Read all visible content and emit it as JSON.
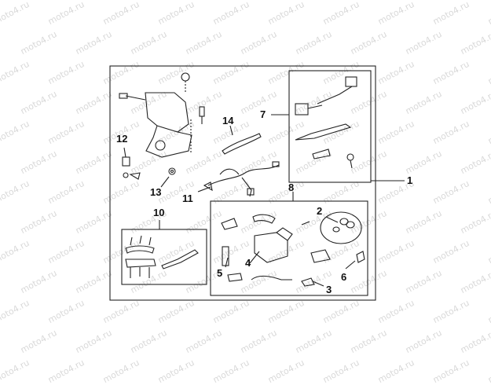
{
  "watermark": "moto4.ru",
  "callouts": {
    "c1": "1",
    "c2": "2",
    "c3": "3",
    "c4": "4",
    "c5": "5",
    "c6": "6",
    "c7": "7",
    "c8": "8",
    "c10": "10",
    "c11": "11",
    "c12": "12",
    "c13": "13",
    "c14": "14"
  },
  "colors": {
    "line": "#222222",
    "watermark": "#d9d9d9",
    "background": "#ffffff"
  }
}
